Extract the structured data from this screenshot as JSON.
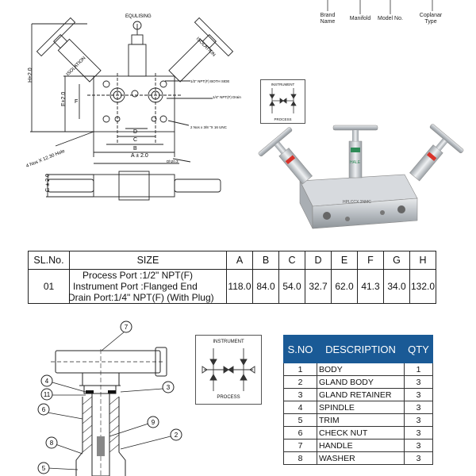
{
  "model_code": {
    "labels": [
      "Brand\nName",
      "Manifold",
      "Model No.",
      "Coplanar\nType"
    ]
  },
  "drawing": {
    "equalising_label": "EQULISING",
    "isolation_label": "ISOLATION",
    "dim_h": "H±2.0",
    "dim_e": "E±2.0",
    "dim_f": "F",
    "dim_a": "A ± 2.0",
    "dim_b": "B",
    "dim_c": "C",
    "dim_d": "D",
    "dim_g": "G ± 2.0",
    "note_half_npt": "1/2\" NPT(F) BOTH SIDE",
    "note_quarter_npt": "1/4\" NPT(F) Drain",
    "note_unc": "2 Nos x 3/8 \"X 16 UNC",
    "note_holes": "4 Nos X 12.30 Hole",
    "note_dia": "Dh20.3"
  },
  "flow_small": {
    "instrument": "INSTRUMENT",
    "process": "PROCESS"
  },
  "photo": {
    "marking_brand": "HALE",
    "marking_model": "HPLCCX\n3NMC"
  },
  "dimension_table": {
    "headers": [
      "SL.No.",
      "SIZE",
      "A",
      "B",
      "C",
      "D",
      "E",
      "F",
      "G",
      "H"
    ],
    "row": {
      "sl": "01",
      "size_lines": [
        "Process Port :1/2\" NPT(F)",
        "Instrument Port :Flanged End",
        "Drain Port:1/4\" NPT(F) (With Plug)"
      ],
      "values": [
        "118.0",
        "84.0",
        "54.0",
        "32.7",
        "62.0",
        "41.3",
        "34.0",
        "132.0"
      ]
    }
  },
  "flow_large": {
    "instrument": "INSTRUMENT",
    "process": "PROCESS"
  },
  "callouts": [
    "7",
    "4",
    "11",
    "3",
    "6",
    "9",
    "8",
    "2",
    "5"
  ],
  "parts_table": {
    "headers": [
      "S.NO",
      "DESCRIPTION",
      "QTY"
    ],
    "rows": [
      {
        "no": "1",
        "desc": "BODY",
        "qty": "1"
      },
      {
        "no": "2",
        "desc": "GLAND BODY",
        "qty": "3"
      },
      {
        "no": "3",
        "desc": "GLAND RETAINER",
        "qty": "3"
      },
      {
        "no": "4",
        "desc": "SPINDLE",
        "qty": "3"
      },
      {
        "no": "5",
        "desc": "TRIM",
        "qty": "3"
      },
      {
        "no": "6",
        "desc": "CHECK NUT",
        "qty": "3"
      },
      {
        "no": "7",
        "desc": "HANDLE",
        "qty": "3"
      },
      {
        "no": "8",
        "desc": "WASHER",
        "qty": "3"
      }
    ]
  },
  "colors": {
    "header_blue": "#1a5a96",
    "line": "#222222"
  }
}
